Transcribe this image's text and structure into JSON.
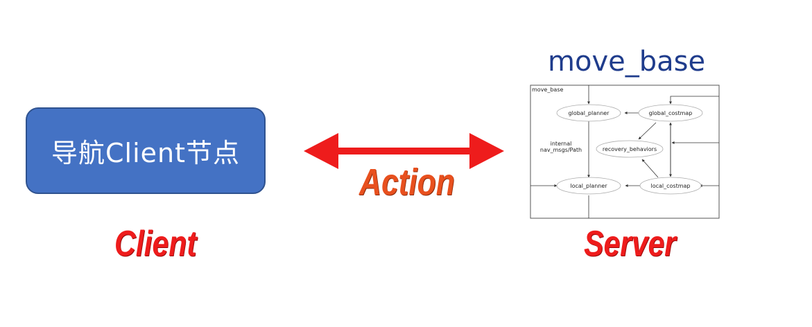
{
  "client_box": {
    "label": "导航Client节点"
  },
  "client_label": "Client",
  "action_label": "Action",
  "server_label": "Server",
  "server_title": "move_base",
  "diagram": {
    "frame_label": "move_base",
    "nodes": {
      "global_planner": "global_planner",
      "global_costmap": "global_costmap",
      "recovery_behaviors": "recovery_behaviors",
      "local_planner": "local_planner",
      "local_costmap": "local_costmap"
    },
    "edge_label_line1": "internal",
    "edge_label_line2": "nav_msgs/Path"
  },
  "colors": {
    "client_fill": "#4472c4",
    "arrow": "#ee1c1c",
    "label_red": "#ee1c1c",
    "action_orange": "#e8501e",
    "title_blue": "#1f3c8c"
  }
}
